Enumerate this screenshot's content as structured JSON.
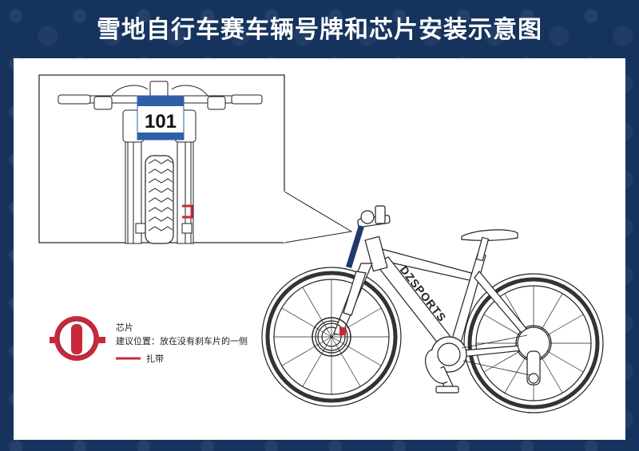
{
  "title": "雪地自行车赛车辆号牌和芯片安装示意图",
  "plate": {
    "number": "101"
  },
  "frame_text": "DZSPORTS",
  "legend": {
    "chip_label": "芯片",
    "position_note": "建议位置：放在没有刹车片的一侧",
    "strap_label": "扎带"
  },
  "colors": {
    "background": "#15335d",
    "chip_red": "#c8283a",
    "plate_blue": "#2e5fa8",
    "tag_navy": "#1f3a6b"
  }
}
